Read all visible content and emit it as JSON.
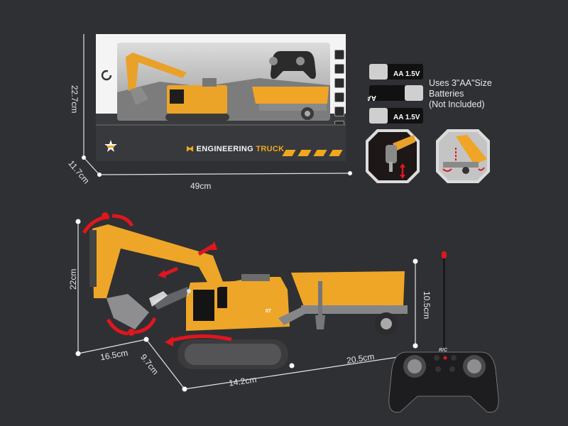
{
  "package": {
    "title_white": "ENGINEERING",
    "title_yellow": "TRUCK",
    "logo_glyph": "C",
    "feature_icons": [
      "power-icon",
      "remote-icon",
      "sound-icon",
      "battery-icon",
      "light-icon",
      "truck-icon"
    ]
  },
  "package_dimensions": {
    "height": "22.7cm",
    "depth": "11.7cm",
    "width": "49cm"
  },
  "batteries": {
    "label": "AA 1.5V",
    "count": 3,
    "text_line1": "Uses 3\"AA\"Size",
    "text_line2": "Batteries",
    "text_line3": "(Not Included)"
  },
  "product_dimensions": {
    "excavator_height": "22cm",
    "excavator_arm_length": "16.5cm",
    "track_width": "9.7cm",
    "track_length": "14.2cm",
    "trailer_length": "20.5cm",
    "trailer_height": "10.5cm"
  },
  "truck": {
    "number": "07"
  },
  "remote": {
    "label": "R/C"
  },
  "colors": {
    "background": "#2f3034",
    "accent_yellow": "#f2a81e",
    "arrow_red": "#e0161e"
  }
}
